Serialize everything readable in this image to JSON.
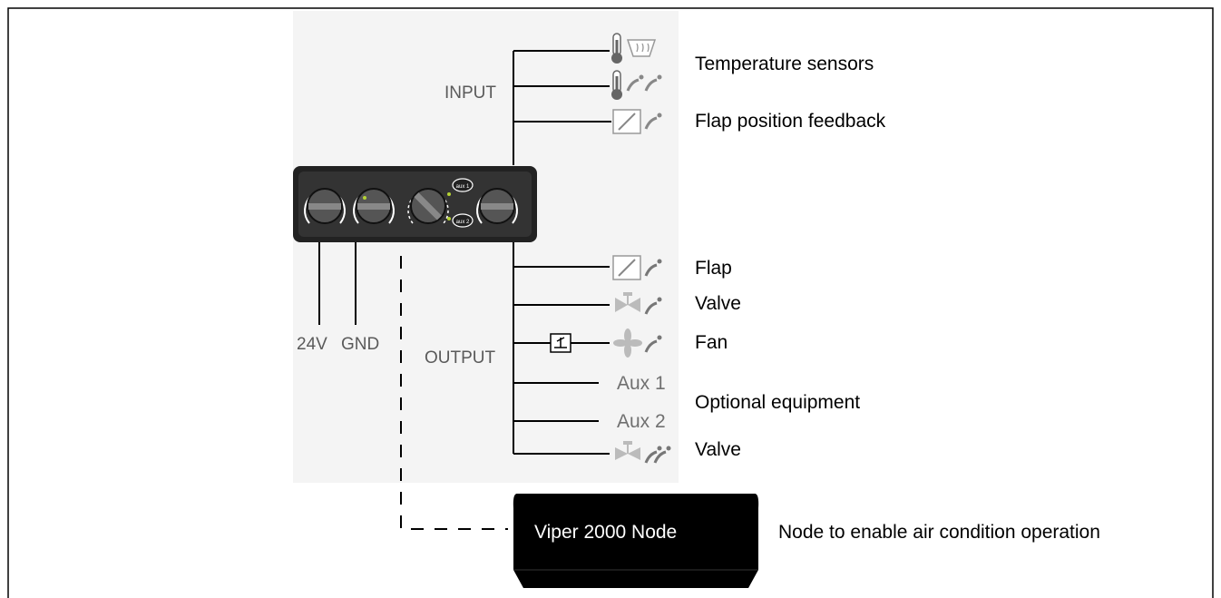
{
  "diagram": {
    "inputs": {
      "group_label": "INPUT",
      "items": [
        {
          "icon": "thermometer-defrost-icon",
          "label": "Temperature sensors"
        },
        {
          "icon": "thermometer-airflow-icon",
          "label": ""
        },
        {
          "icon": "flap-feedback-icon",
          "label": "Flap position feedback"
        }
      ]
    },
    "outputs": {
      "group_label": "OUTPUT",
      "items": [
        {
          "icon": "flap-icon",
          "label": "Flap"
        },
        {
          "icon": "valve-icon",
          "label": "Valve"
        },
        {
          "icon": "fan-icon",
          "label": "Fan"
        },
        {
          "text": "Aux 1"
        },
        {
          "text": "Aux 2"
        },
        {
          "icon": "valve-dual-icon",
          "label": "Valve"
        }
      ],
      "optional_label": "Optional equipment"
    },
    "power": {
      "v24": "24V",
      "gnd": "GND"
    },
    "panel": {
      "knobs": [
        "temperature-knob",
        "defrost-knob",
        "fan-speed-knob",
        "outlet-knob"
      ],
      "buttons": [
        "aux 1",
        "aux 2"
      ]
    },
    "node": {
      "label": "Viper 2000 Node",
      "description": "Node to enable air condition operation"
    }
  }
}
